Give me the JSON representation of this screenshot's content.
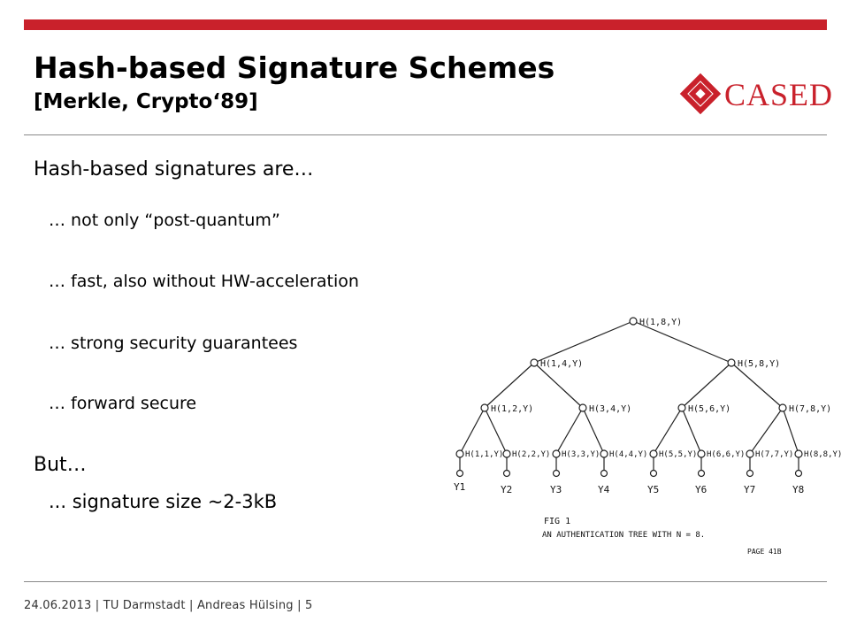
{
  "slide": {
    "title": "Hash-based Signature Schemes",
    "subtitle": "[Merkle, Crypto‘89]",
    "intro": "Hash-based signatures are…",
    "bullets": [
      "… not only “post-quantum”",
      "… fast, also without HW-acceleration",
      "… strong security guarantees",
      "… forward secure"
    ],
    "but": "But…",
    "drawback": "... signature size  ~2-3kB"
  },
  "logo": {
    "text": "CASED",
    "color": "#c9212b"
  },
  "accent_color": "#c9212b",
  "figure": {
    "root": "H(1,8,Y)",
    "level1": [
      "H(1,4,Y)",
      "H(5,8,Y)"
    ],
    "level2": [
      "H(1,2,Y)",
      "H(3,4,Y)",
      "H(5,6,Y)",
      "H(7,8,Y)"
    ],
    "level3": [
      "H(1,1,Y)",
      "H(2,2,Y)",
      "H(3,3,Y)",
      "H(4,4,Y)",
      "H(5,5,Y)",
      "H(6,6,Y)",
      "H(7,7,Y)",
      "H(8,8,Y)"
    ],
    "leaves": [
      "Y1",
      "Y2",
      "Y3",
      "Y4",
      "Y5",
      "Y6",
      "Y7",
      "Y8"
    ],
    "caption_fig": "FIG 1",
    "caption": "AN AUTHENTICATION TREE WITH N = 8.",
    "page": "PAGE 41B"
  },
  "footer": {
    "date": "24.06.2013",
    "org": "TU Darmstadt",
    "author": "Andreas Hülsing",
    "page": "5",
    "sep": "|"
  }
}
